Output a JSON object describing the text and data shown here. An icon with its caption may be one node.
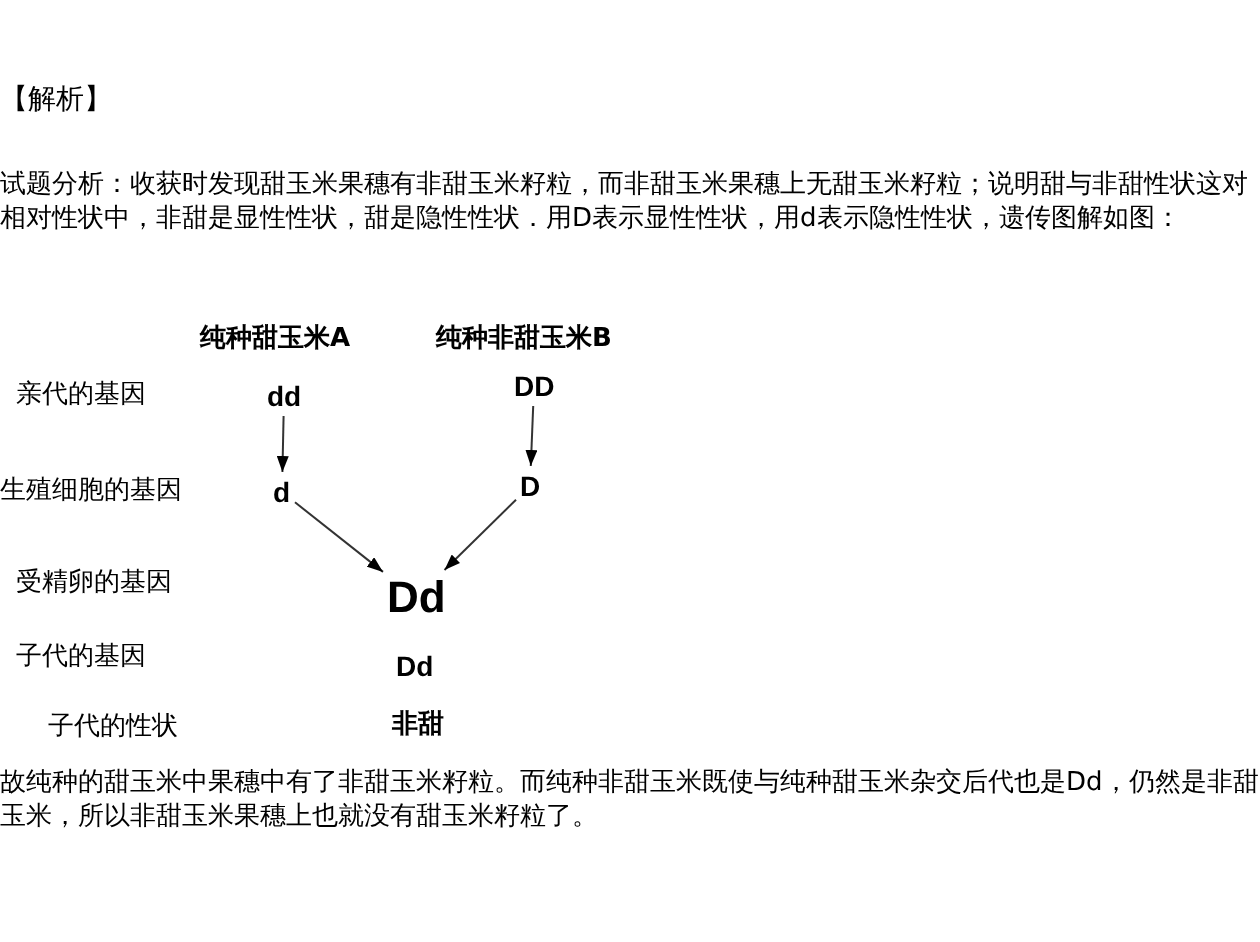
{
  "diagram": {
    "title": "【解析】",
    "nodes": [
      {
        "text": [
          "dd"
        ]
      },
      {
        "text": [
          "DD"
        ]
      },
      {
        "text": [
          "d"
        ]
      },
      {
        "text": [
          "D"
        ]
      },
      {
        "text": [
          "Dd"
        ]
      }
    ],
    "edges": [
      {
        "from": 0,
        "to": 2,
        "arrow": "to"
      },
      {
        "from": 1,
        "to": 3,
        "arrow": "to"
      },
      {
        "from": 2,
        "to": 4,
        "arrow": "to"
      },
      {
        "from": 3,
        "to": 4,
        "arrow": "to"
      }
    ],
    "labels": [
      "试题分析：收获时发现甜玉米果穗有非甜玉米籽粒，而非甜玉米果穗上无甜玉米籽粒；说明甜与非甜性状这对相对性状中，非甜是显性性状，甜是隐性性状．用D表示显性性状，用d表示隐性性状，遗传图解如图：",
      "纯种甜玉米A",
      "纯种非甜玉米B",
      "亲代的基因",
      "生殖细胞的基因",
      "受精卵的基因",
      "子代的基因",
      "Dd",
      "子代的性状",
      "非甜",
      "故纯种的甜玉米中果穗中有了非甜玉米籽粒。而纯种非甜玉米既使与纯种甜玉米杂交后代也是Dd，仍然是非甜玉米，所以非甜玉米果穗上也就没有甜玉米籽粒了。"
    ]
  }
}
